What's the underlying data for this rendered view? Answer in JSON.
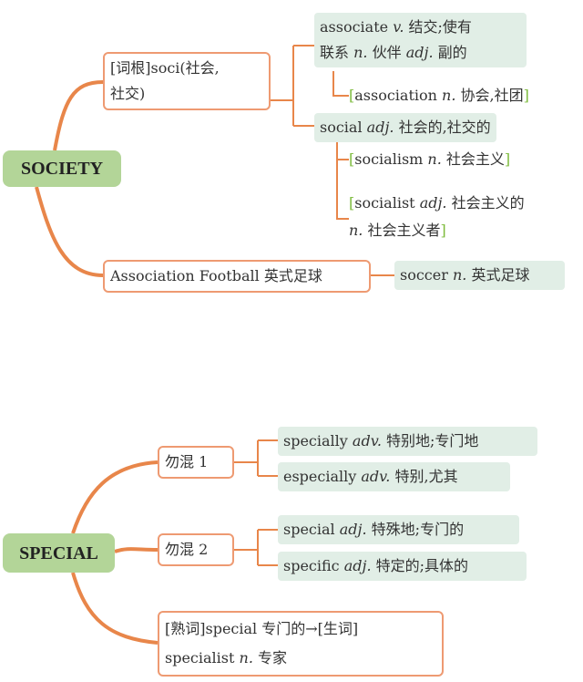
{
  "society": {
    "root": "SOCIETY",
    "root_word": {
      "label": "[词根]soci(社会,",
      "label2": "社交)"
    },
    "associate": {
      "word": "associate",
      "pos": "v.",
      "meaning": "结交;使有",
      "line2_a": "联系",
      "pos2": "n.",
      "meaning2": "伙伴",
      "pos3": "adj.",
      "meaning3": "副的"
    },
    "association": {
      "word": "association",
      "pos": "n.",
      "meaning": "协会,社团"
    },
    "social": {
      "word": "social",
      "pos": "adj.",
      "meaning": "社会的,社交的"
    },
    "socialism": {
      "word": "socialism",
      "pos": "n.",
      "meaning": "社会主义"
    },
    "socialist": {
      "word": "socialist",
      "pos": "adj.",
      "meaning": "社会主义的",
      "pos2": "n.",
      "meaning2": "社会主义者"
    },
    "football": {
      "label": "Association Football 英式足球"
    },
    "soccer": {
      "word": "soccer",
      "pos": "n.",
      "meaning": "英式足球"
    }
  },
  "special": {
    "root": "SPECIAL",
    "group1": "勿混 1",
    "group2": "勿混 2",
    "specially": {
      "word": "specially",
      "pos": "adv.",
      "meaning": "特别地;专门地"
    },
    "especially": {
      "word": "especially",
      "pos": "adv.",
      "meaning": "特别,尤其"
    },
    "special_adj": {
      "word": "special",
      "pos": "adj.",
      "meaning": "特殊地;专门的"
    },
    "specific": {
      "word": "specific",
      "pos": "adj.",
      "meaning": "特定的;具体的"
    },
    "familiar": {
      "line1": "[熟词]special 专门的→[生词]",
      "word": "specialist",
      "pos": "n.",
      "meaning": "专家"
    }
  },
  "colors": {
    "line": "#e8864a",
    "root": "#b3d598",
    "leaf": "#e1eee6",
    "bracket": "#7dbb3c"
  }
}
